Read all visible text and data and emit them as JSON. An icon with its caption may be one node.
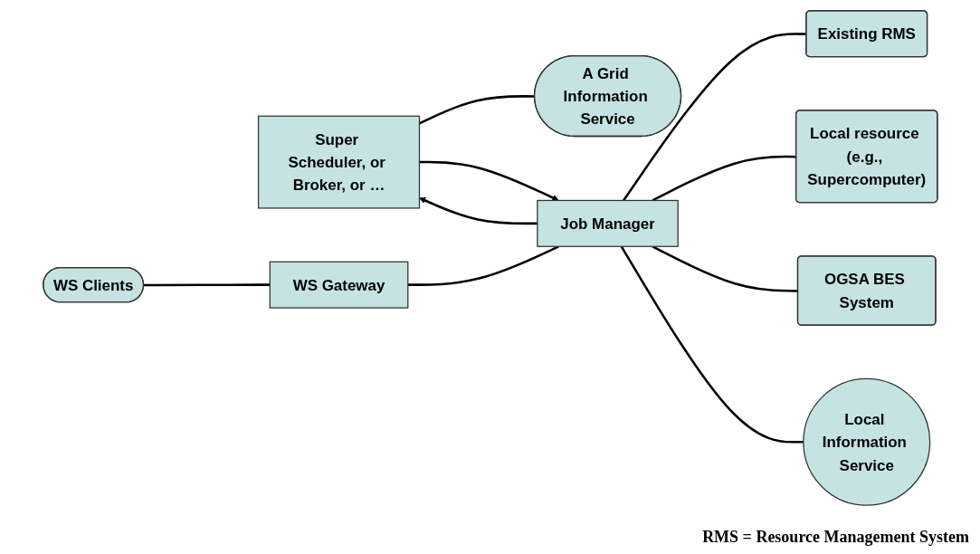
{
  "diagram": {
    "nodes": [
      {
        "text": [
          "Super Scheduler, or Broker, or …"
        ]
      },
      {
        "text": [
          "A Grid Information Service"
        ]
      },
      {
        "text": [
          "WS Clients"
        ]
      },
      {
        "text": [
          "WS Gateway"
        ]
      },
      {
        "text": [
          "Job Manager"
        ]
      },
      {
        "text": [
          "Existing RMS"
        ]
      },
      {
        "text": [
          "Local resource (e.g., Supercomputer)"
        ]
      },
      {
        "text": [
          "OGSA BES System"
        ]
      },
      {
        "text": [
          "Local Information Service"
        ]
      }
    ],
    "edges": [
      {
        "from": 0,
        "to": 1,
        "arrow": "none"
      },
      {
        "from": 0,
        "to": 4,
        "arrow": "to"
      },
      {
        "from": 4,
        "to": 0,
        "arrow": "to"
      },
      {
        "from": 2,
        "to": 3,
        "arrow": "none"
      },
      {
        "from": 3,
        "to": 4,
        "arrow": "none"
      },
      {
        "from": 4,
        "to": 5,
        "arrow": "none"
      },
      {
        "from": 4,
        "to": 6,
        "arrow": "none"
      },
      {
        "from": 4,
        "to": 7,
        "arrow": "none"
      },
      {
        "from": 4,
        "to": 8,
        "arrow": "none"
      }
    ],
    "labels": [
      "RMS = Resource Management System"
    ]
  }
}
